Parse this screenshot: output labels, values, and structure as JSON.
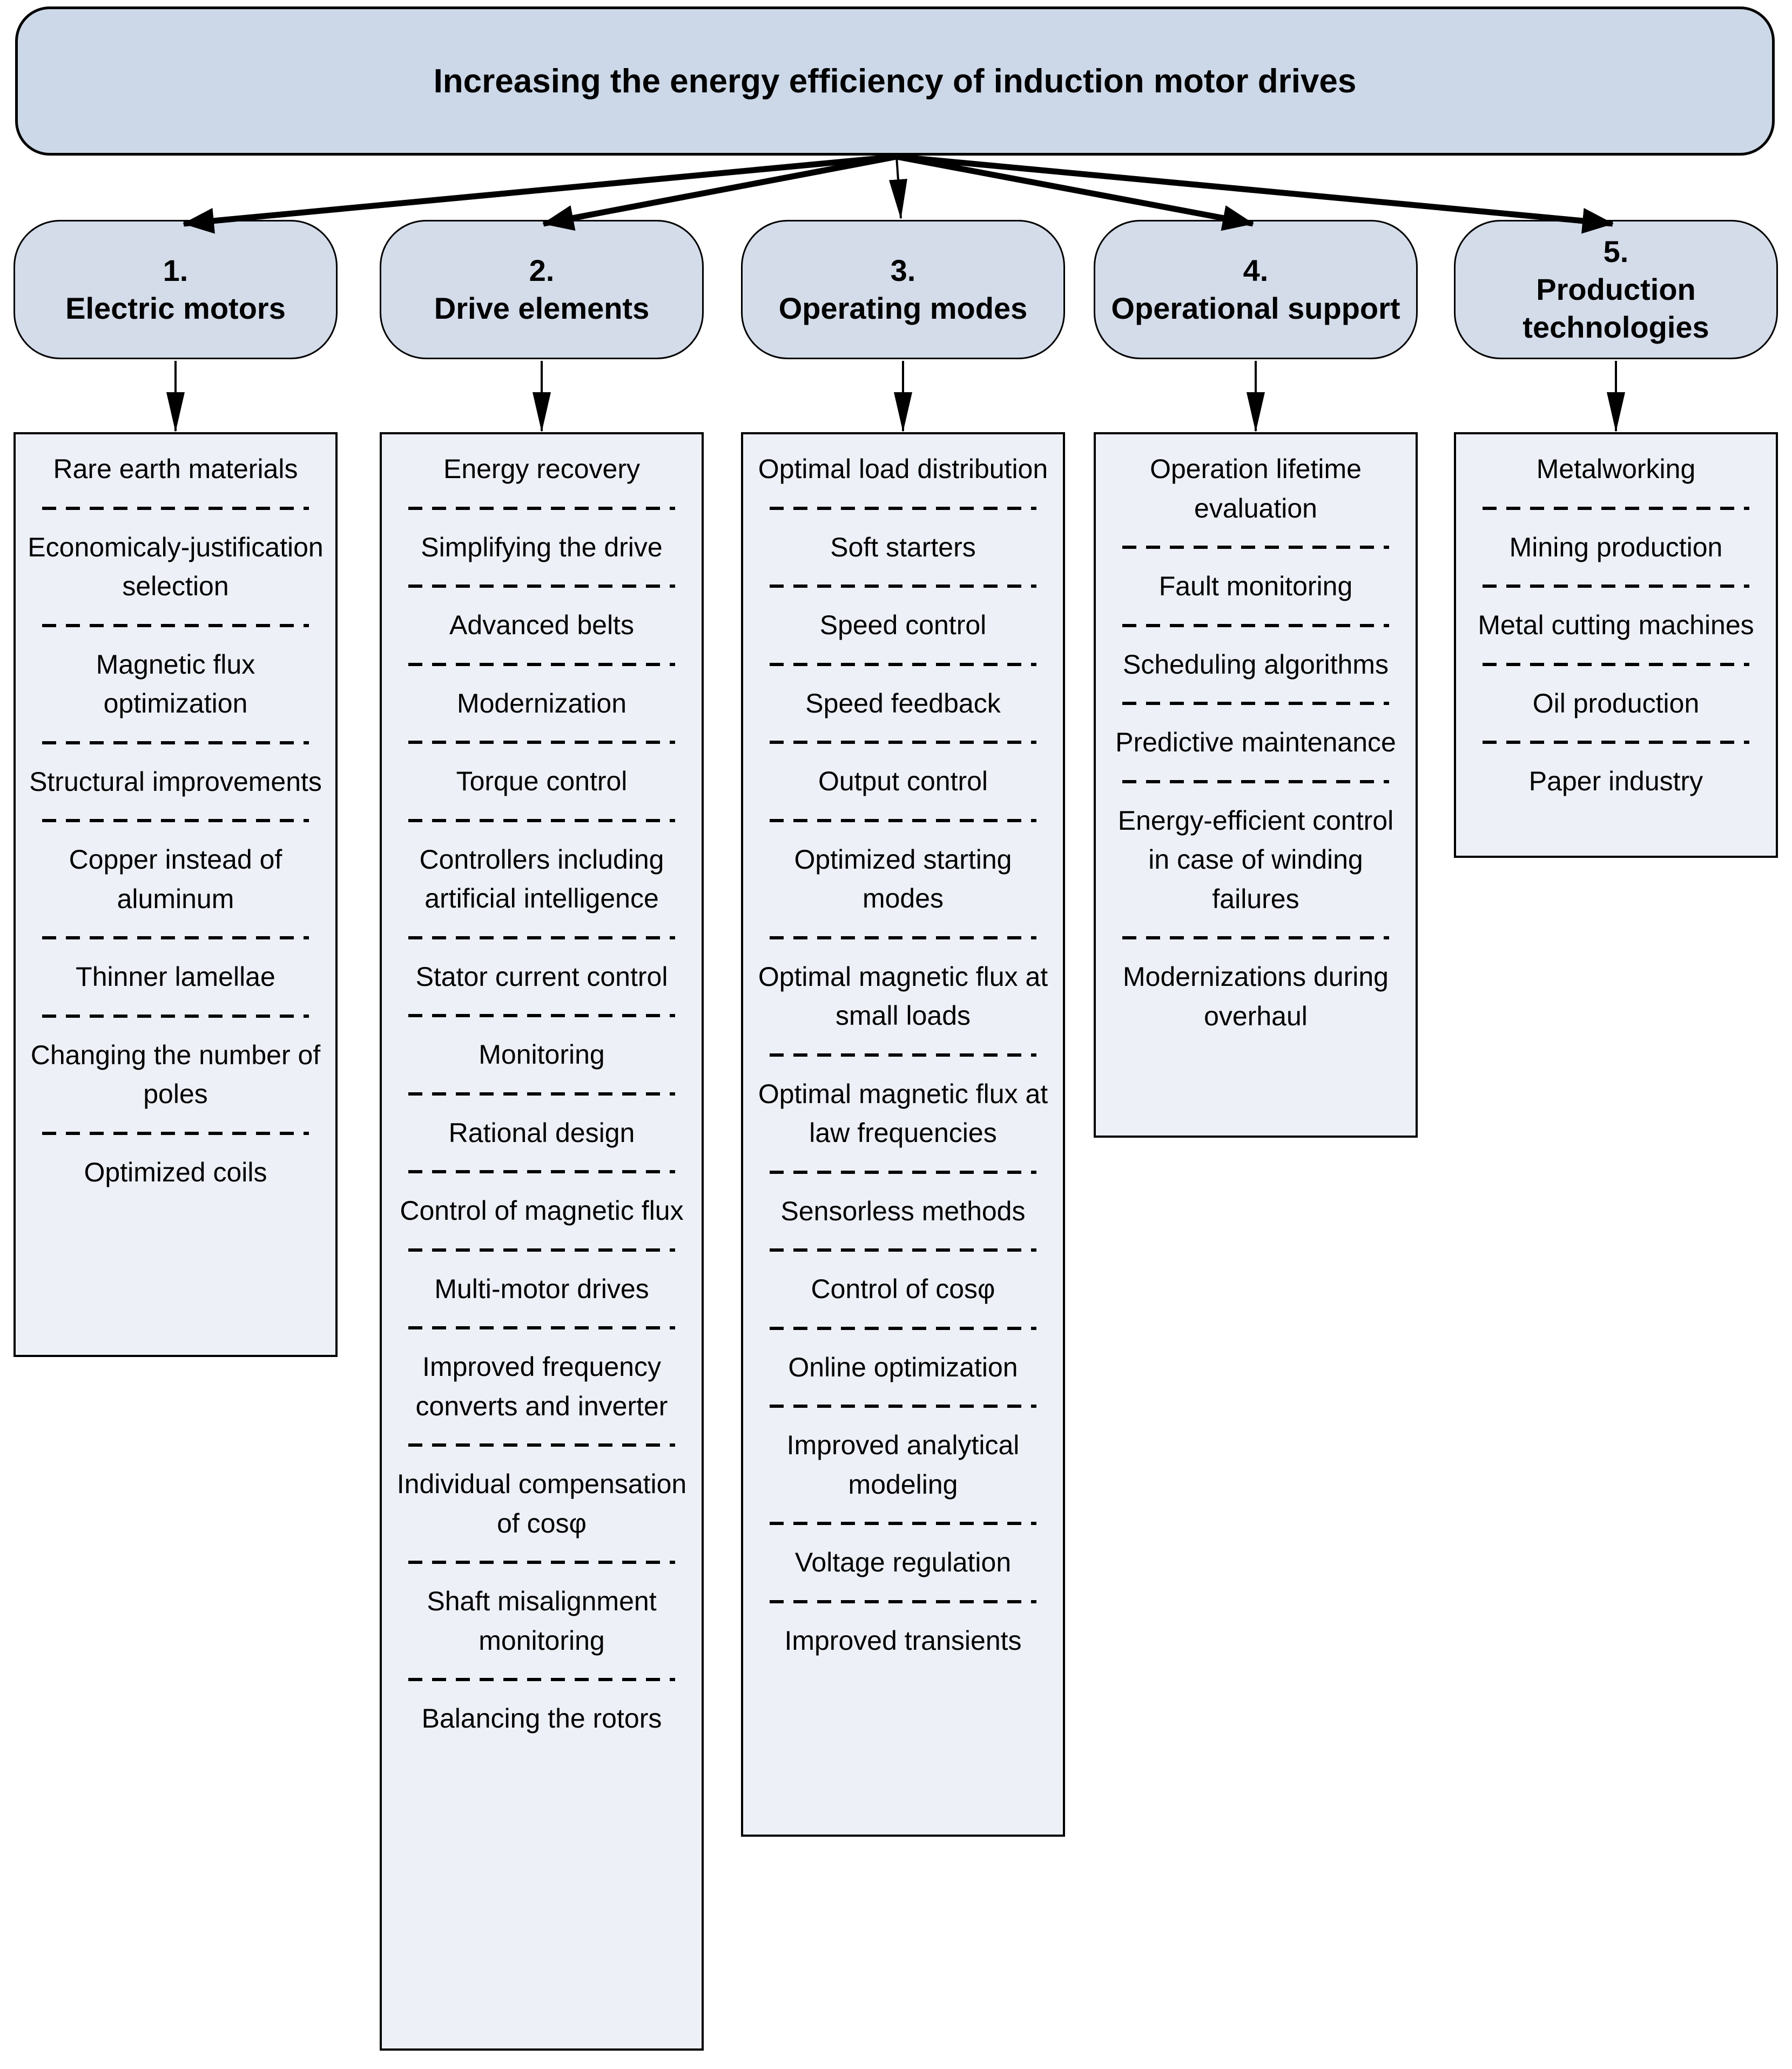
{
  "title": "Increasing the energy efficiency of induction motor drives",
  "colors": {
    "root_fill": "#ccd8e8",
    "category_fill": "#d4dcea",
    "list_fill": "#edf0f6",
    "border": "#000000"
  },
  "columns": [
    {
      "number": "1.",
      "title": "Electric motors",
      "items": [
        "Rare earth materials",
        "Economicaly-justification selection",
        "Magnetic flux optimization",
        "Structural improvements",
        "Copper instead of aluminum",
        "Thinner lamellae",
        "Changing the number of poles",
        "Optimized coils"
      ]
    },
    {
      "number": "2.",
      "title": "Drive elements",
      "items": [
        "Energy recovery",
        "Simplifying the drive",
        "Advanced belts",
        "Modernization",
        "Torque control",
        "Controllers including artificial intelligence",
        "Stator current control",
        "Monitoring",
        "Rational design",
        "Control of magnetic flux",
        "Multi-motor drives",
        "Improved frequency converts and inverter",
        "Individual compensation of cosφ",
        "Shaft misalignment monitoring",
        "Balancing the rotors"
      ]
    },
    {
      "number": "3.",
      "title": "Operating modes",
      "items": [
        "Optimal load distribution",
        "Soft starters",
        "Speed control",
        "Speed feedback",
        "Output control",
        "Optimized starting modes",
        "Optimal magnetic flux at small loads",
        "Optimal magnetic flux at law frequencies",
        "Sensorless methods",
        "Control of cosφ",
        "Online optimization",
        "Improved analytical modeling",
        "Voltage regulation",
        "Improved transients"
      ]
    },
    {
      "number": "4.",
      "title": "Operational support",
      "items": [
        "Operation lifetime evaluation",
        "Fault monitoring",
        "Scheduling algorithms",
        "Predictive maintenance",
        "Energy-efficient control in case of winding failures",
        "Modernizations during overhaul"
      ]
    },
    {
      "number": "5.",
      "title": "Production technologies",
      "items": [
        "Metalworking",
        "Mining production",
        "Metal cutting machines",
        "Oil production",
        "Paper industry"
      ]
    }
  ]
}
